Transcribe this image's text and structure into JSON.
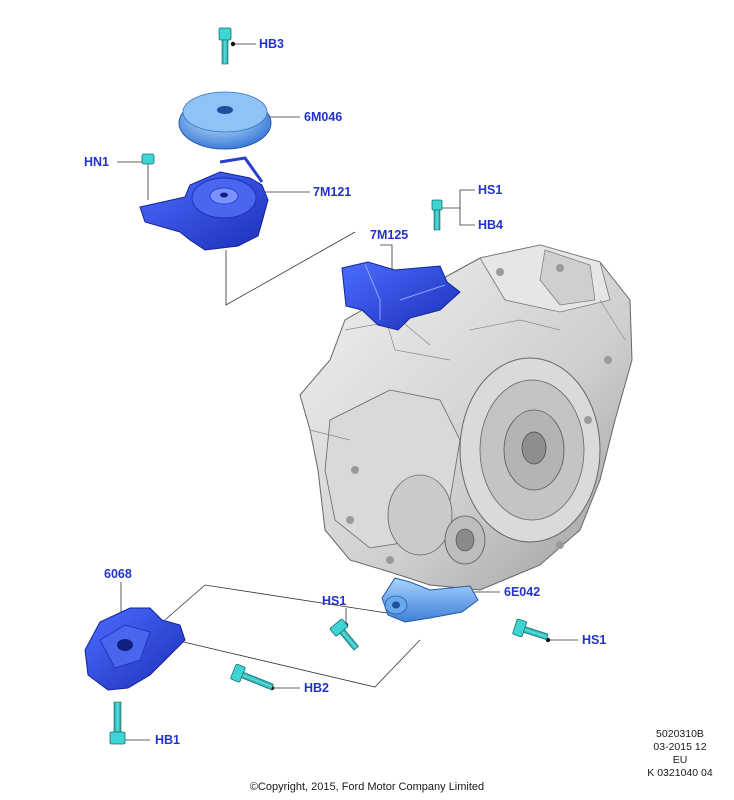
{
  "callouts": {
    "hb3": "HB3",
    "m6046": "6M046",
    "hn1": "HN1",
    "m7121": "7M121",
    "hs1_top": "HS1",
    "hb4": "HB4",
    "m7125": "7M125",
    "p6068": "6068",
    "hs1_left": "HS1",
    "e6042": "6E042",
    "hs1_right": "HS1",
    "hb2": "HB2",
    "hb1": "HB1"
  },
  "meta": {
    "line1": "5020310B",
    "line2": "03-2015 12",
    "line3": "EU",
    "line4": "K 0321040 04"
  },
  "copyright": "©Copyright, 2015, Ford Motor Company Limited",
  "colors": {
    "label": "#2233cc",
    "part_blue": "#3355ee",
    "part_blue_dark": "#1a2fb8",
    "part_light_blue": "#6aa8ee",
    "fastener_cyan": "#33cccc",
    "fastener_dark": "#1a8a8a",
    "transmission_gray": "#d8d8d8",
    "leader": "#333333"
  }
}
